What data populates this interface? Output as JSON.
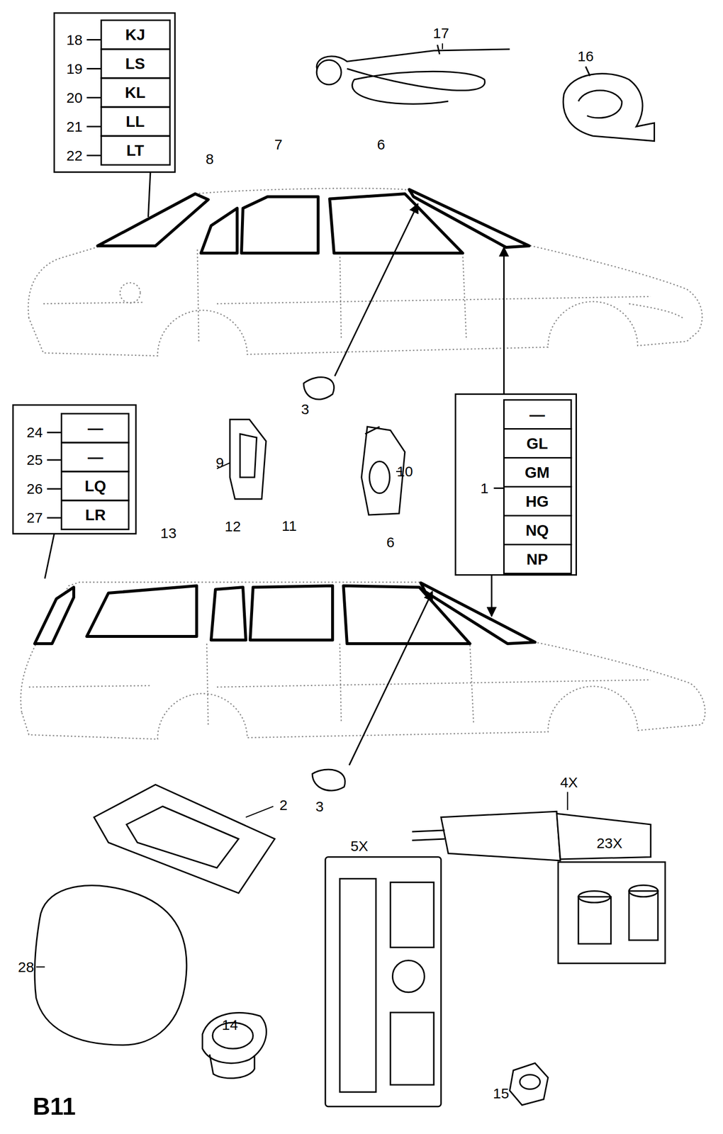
{
  "diagram": {
    "labels": [
      "18",
      "KJ",
      "19",
      "LS",
      "20",
      "KL",
      "21",
      "LL",
      "22",
      "LT",
      "17",
      "16",
      "8",
      "7",
      "6",
      "3",
      "24",
      "—",
      "25",
      "—",
      "26",
      "LQ",
      "27",
      "LR",
      "9",
      "10",
      "—",
      "GL",
      "GM",
      "1",
      "HG",
      "NQ",
      "NP",
      "13",
      "12",
      "11",
      "6",
      "3",
      "2",
      "4X",
      "5X",
      "23X",
      "28",
      "14",
      "15",
      "B11"
    ]
  }
}
